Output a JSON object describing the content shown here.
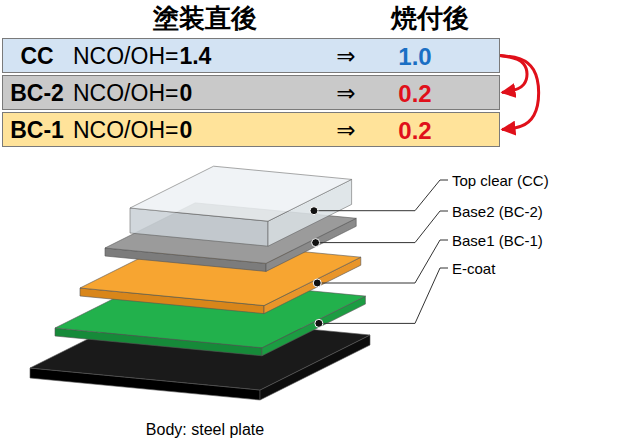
{
  "diagram": {
    "nodes": [
      {
        "text": [
          "CC",
          "NCO/OH=",
          "1.4",
          "⇒",
          "1.0"
        ]
      },
      {
        "text": [
          "BC-2",
          "NCO/OH=",
          "0",
          "⇒",
          "0.2"
        ]
      },
      {
        "text": [
          "BC-1",
          "NCO/OH=",
          "0",
          "⇒",
          "0.2"
        ]
      }
    ],
    "edges": [
      {
        "from": 0,
        "to": 1,
        "arrow": "to"
      },
      {
        "from": 0,
        "to": 2,
        "arrow": "to"
      }
    ],
    "labels": [
      "塗装直後",
      "焼付後",
      "Top clear (CC)",
      "Base2 (BC-2)",
      "Base1 (BC-1)",
      "E-coat",
      "Body: steel plate"
    ]
  }
}
